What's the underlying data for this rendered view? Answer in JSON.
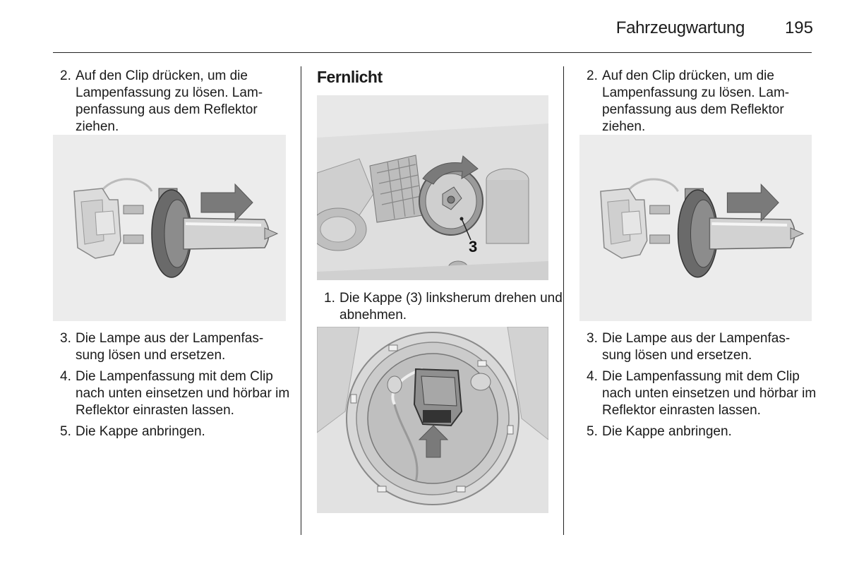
{
  "header": {
    "title": "Fahrzeugwartung",
    "page_number": "195"
  },
  "left_column": {
    "step2": {
      "num": "2.",
      "text": "Auf den Clip drücken, um die Lampenfassung zu lösen. Lam-penfassung aus dem Reflektor ziehen."
    },
    "step3": {
      "num": "3.",
      "text": "Die Lampe aus der Lampenfas-sung lösen und ersetzen."
    },
    "step4": {
      "num": "4.",
      "text": "Die Lampenfassung mit dem Clip nach unten einsetzen und hörbar im Reflektor einrasten lassen."
    },
    "step5": {
      "num": "5.",
      "text": "Die Kappe anbringen."
    }
  },
  "middle_column": {
    "heading": "Fernlicht",
    "callout": "3",
    "step1": {
      "num": "1.",
      "text": "Die Kappe (3) linksherum drehen und abnehmen."
    }
  },
  "right_column": {
    "step2": {
      "num": "2.",
      "text": "Auf den Clip drücken, um die Lampenfassung zu lösen. Lam-penfassung aus dem Reflektor ziehen."
    },
    "step3": {
      "num": "3.",
      "text": "Die Lampe aus der Lampenfas-sung lösen und ersetzen."
    },
    "step4": {
      "num": "4.",
      "text": "Die Lampenfassung mit dem Clip nach unten einsetzen und hörbar im Reflektor einrasten lassen."
    },
    "step5": {
      "num": "5.",
      "text": "Die Kappe anbringen."
    }
  },
  "colors": {
    "text": "#1a1a1a",
    "figure_bg": "#ececec",
    "arrow": "#7a7a7a"
  },
  "icons": [
    "bulb-removal-illustration",
    "headlamp-cap-illustration",
    "lamp-socket-clip-illustration",
    "direction-arrow-icon"
  ]
}
